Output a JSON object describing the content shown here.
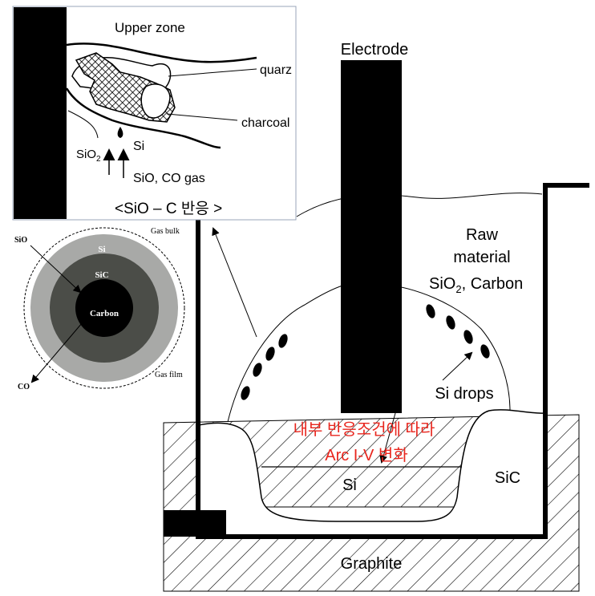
{
  "labels": {
    "electrode": "Electrode",
    "raw_1": "Raw",
    "raw_2": "material",
    "raw_3_a": "SiO",
    "raw_3_sub": "2",
    "raw_3_b": ", Carbon",
    "si_drops": "Si drops",
    "si_pool": "Si",
    "sic": "SiC",
    "graphite": "Graphite",
    "red_1": "내부 반응조건에 따라",
    "red_2": "Arc I-V 변화"
  },
  "inset": {
    "upper_zone": "Upper zone",
    "quarz": "quarz",
    "charcoal": "charcoal",
    "si": "Si",
    "sio2_a": "SiO",
    "sio2_sub": "2",
    "gas": "SiO, CO gas",
    "caption": "<SiO – C 반응 >"
  },
  "particle": {
    "sio": "SiO",
    "si": "Si",
    "sic": "SiC",
    "carbon": "Carbon",
    "co": "CO",
    "gas_bulk": "Gas bulk",
    "gas_film": "Gas film"
  },
  "colors": {
    "red_text": "#e8251d",
    "outer_ring": "#a8a9a7",
    "middle_ring": "#4b4d48"
  }
}
